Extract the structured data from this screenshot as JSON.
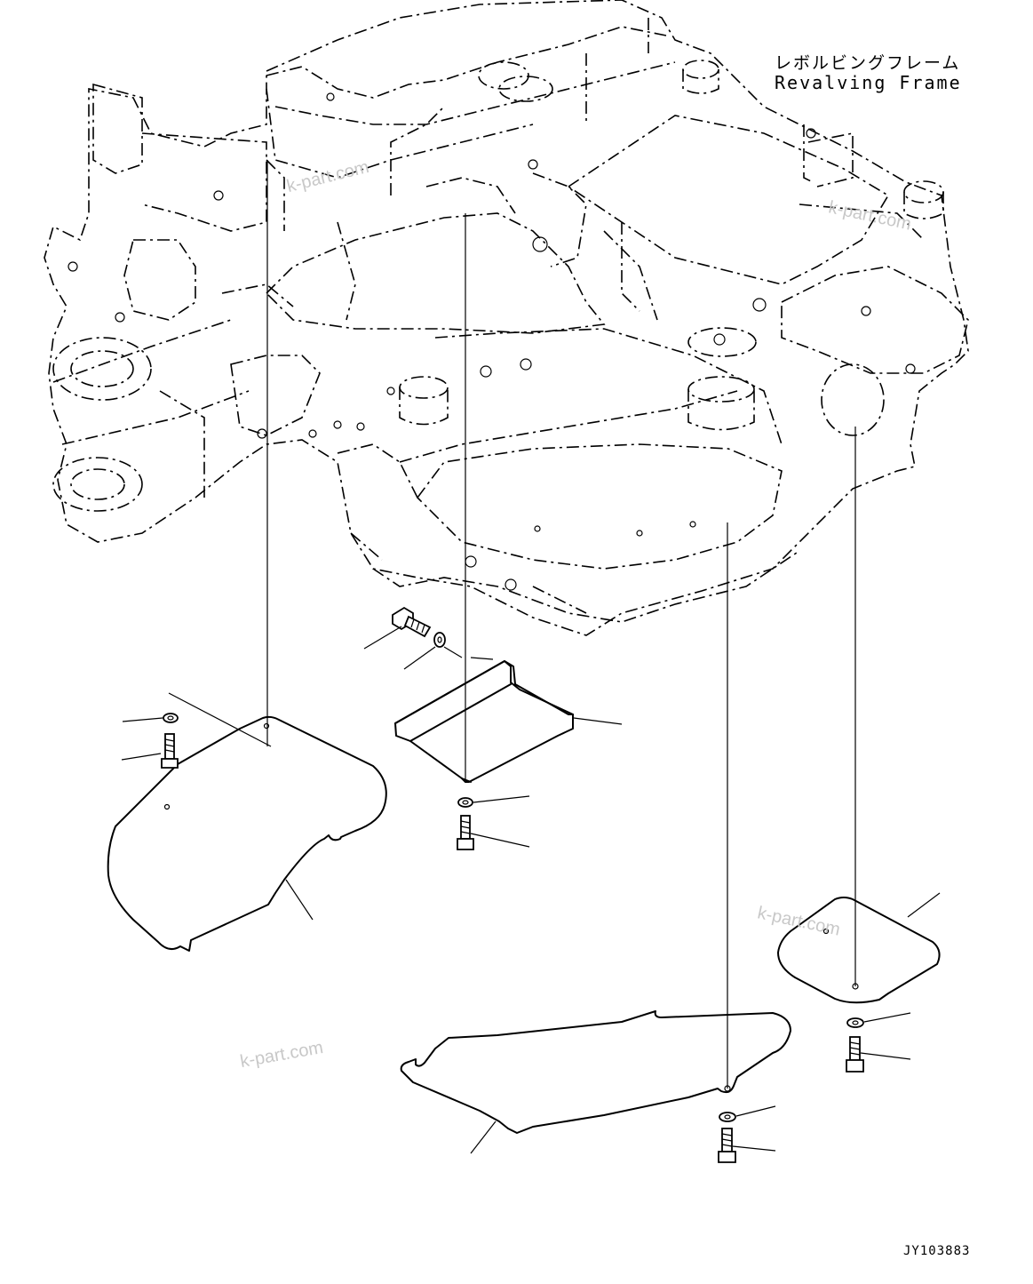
{
  "frame_label": {
    "japanese": "レボルビングフレーム",
    "english": "Revalving Frame"
  },
  "drawing_code": "JY103883",
  "watermarks": [
    "k-part.com",
    "k-part.com",
    "k-part.com",
    "k-part.com"
  ],
  "parts": [
    {
      "name": "left-cover-plate"
    },
    {
      "name": "center-cover-bracket"
    },
    {
      "name": "front-cover-plate"
    },
    {
      "name": "right-cover-plate"
    },
    {
      "name": "bolt"
    },
    {
      "name": "washer"
    }
  ],
  "colors": {
    "line": "#000000",
    "watermark": "#c8c8c8",
    "background": "#ffffff"
  }
}
